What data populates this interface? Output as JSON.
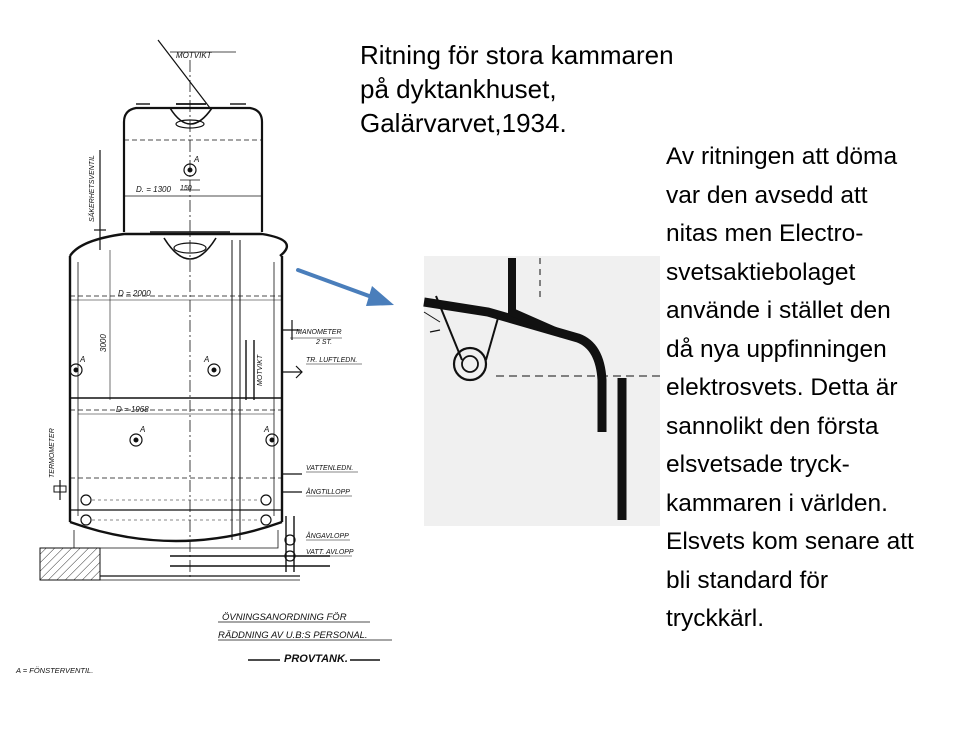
{
  "slide": {
    "title_lines": [
      "Ritning för stora kammaren",
      "på dyktankhuset,",
      "Galärvarvet,1934."
    ],
    "body_lines": [
      "Av ritningen att döma",
      "var den avsedd att",
      "nitas men Electro-",
      "svetsaktiebolaget",
      "använde i stället den",
      "då nya uppfinningen",
      "elektrosvets. Detta är",
      "sannolikt den första",
      "elsvetsade tryck-",
      "kammaren i världen.",
      "Elsvets kom senare att",
      "bli standard för",
      "tryckkärl."
    ]
  },
  "drawing": {
    "labels": {
      "motvikt_top": "MOTVIKT",
      "sakerhetsventil": "SÄKERHETSVENTIL",
      "d1300": "D. = 1300",
      "dim150": "150",
      "d2000": "D = 2000",
      "dim3000": "3000",
      "d1968": "D = 1968",
      "manometer": "MANOMETER",
      "manometer_count": "2 ST.",
      "tr_luftledn": "TR. LUFTLEDN.",
      "motvikt_side": "MOTVIKT",
      "termometer": "TERMOMETER",
      "vattenledn": "VATTENLEDN.",
      "angtillopp": "ÅNGTILLOPP",
      "angavlopp": "ÅNGAVLOPP",
      "vatt_avlopp": "VATT. AVLOPP",
      "valve_a": "A"
    },
    "caption_lines": [
      "ÖVNINGSANORDNING FÖR",
      "RÄDDNING AV U.B:S PERSONAL."
    ],
    "caption_title": "PROVTANK.",
    "legend": "A = FÖNSTERVENTIL."
  },
  "colors": {
    "arrow": "#4a7ebb",
    "ink": "#111111"
  }
}
